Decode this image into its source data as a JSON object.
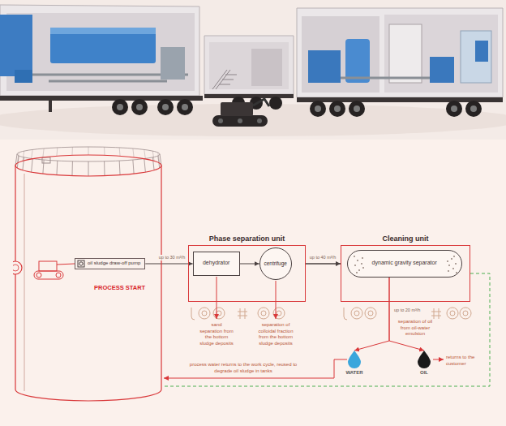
{
  "diagram": {
    "nodes": [
      {
        "text": [
          "PROCESS START"
        ]
      },
      {
        "text": [
          "oil sludge draw-off pump"
        ],
        "in": 0
      },
      {
        "text": [
          "Phase separation unit"
        ]
      },
      {
        "text": [
          "dehydrator"
        ],
        "in": 2
      },
      {
        "text": [
          "centrifuge"
        ],
        "in": 2
      },
      {
        "text": [
          "Cleaning unit"
        ]
      },
      {
        "text": [
          "dynamic gravity separator"
        ],
        "in": 5
      },
      {
        "text": [
          "WATER"
        ]
      },
      {
        "text": [
          "OIL"
        ]
      }
    ],
    "edges": [
      {
        "from": 1,
        "to": 3,
        "arrow": "to",
        "label": "up to 30 m³/h"
      },
      {
        "from": 3,
        "to": 4,
        "arrow": "to"
      },
      {
        "from": 2,
        "to": 5,
        "arrow": "to",
        "label": "up to 40 m³/h"
      },
      {
        "from": 6,
        "to": 7,
        "arrow": "to"
      },
      {
        "from": 6,
        "to": 8,
        "arrow": "to"
      },
      {
        "from": 7,
        "to": 0,
        "arrow": "to",
        "label": "process water returns to the work cycle, reused to degrade oil sludge in tanks"
      },
      {
        "from": 5,
        "to": 0,
        "arrow": "none"
      }
    ],
    "labels": [
      "up to 20 m³/h",
      "sand separation from the bottom sludge deposits",
      "separation of colloidal fraction from the bottom sludge deposits",
      "separation of oil from oil-water emulsion",
      "returns to the customer"
    ]
  }
}
